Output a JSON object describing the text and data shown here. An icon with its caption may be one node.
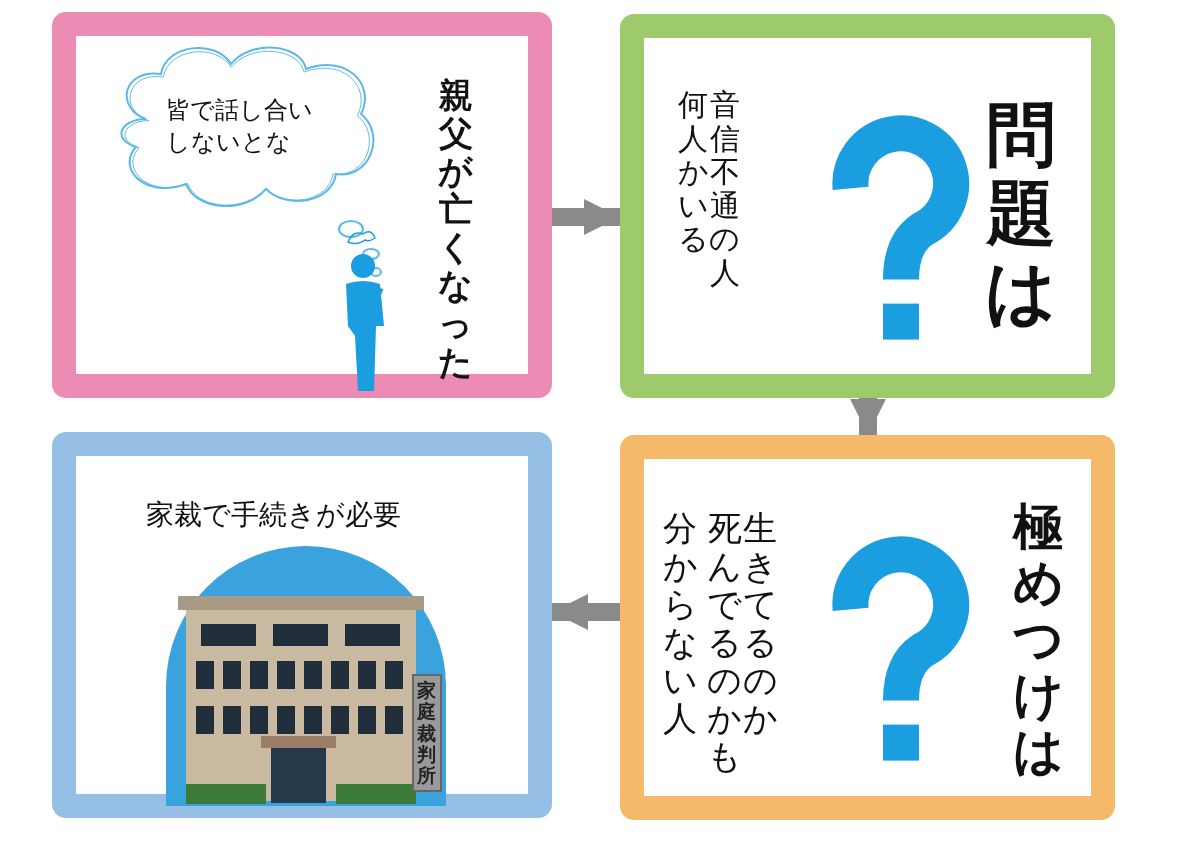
{
  "diagram": {
    "nodes": [
      {
        "text": [
          "親父が亡くなった"
        ]
      },
      {
        "text": [
          "皆で話し合いしないとな"
        ],
        "in": 0
      },
      {
        "text": [
          "音信不通の人何人かいる",
          "問題は"
        ]
      },
      {
        "text": [
          "生きてるのか死んでるのかも分からない人",
          "極めつけは"
        ]
      },
      {
        "text": [
          "家裁で手続きが必要"
        ]
      }
    ],
    "edges": [
      {
        "from": 0,
        "to": 2,
        "arrow": "to"
      },
      {
        "from": 2,
        "to": 3,
        "arrow": "to"
      },
      {
        "from": 3,
        "to": 4,
        "arrow": "to"
      }
    ],
    "labels": [
      "家庭裁判所"
    ]
  }
}
